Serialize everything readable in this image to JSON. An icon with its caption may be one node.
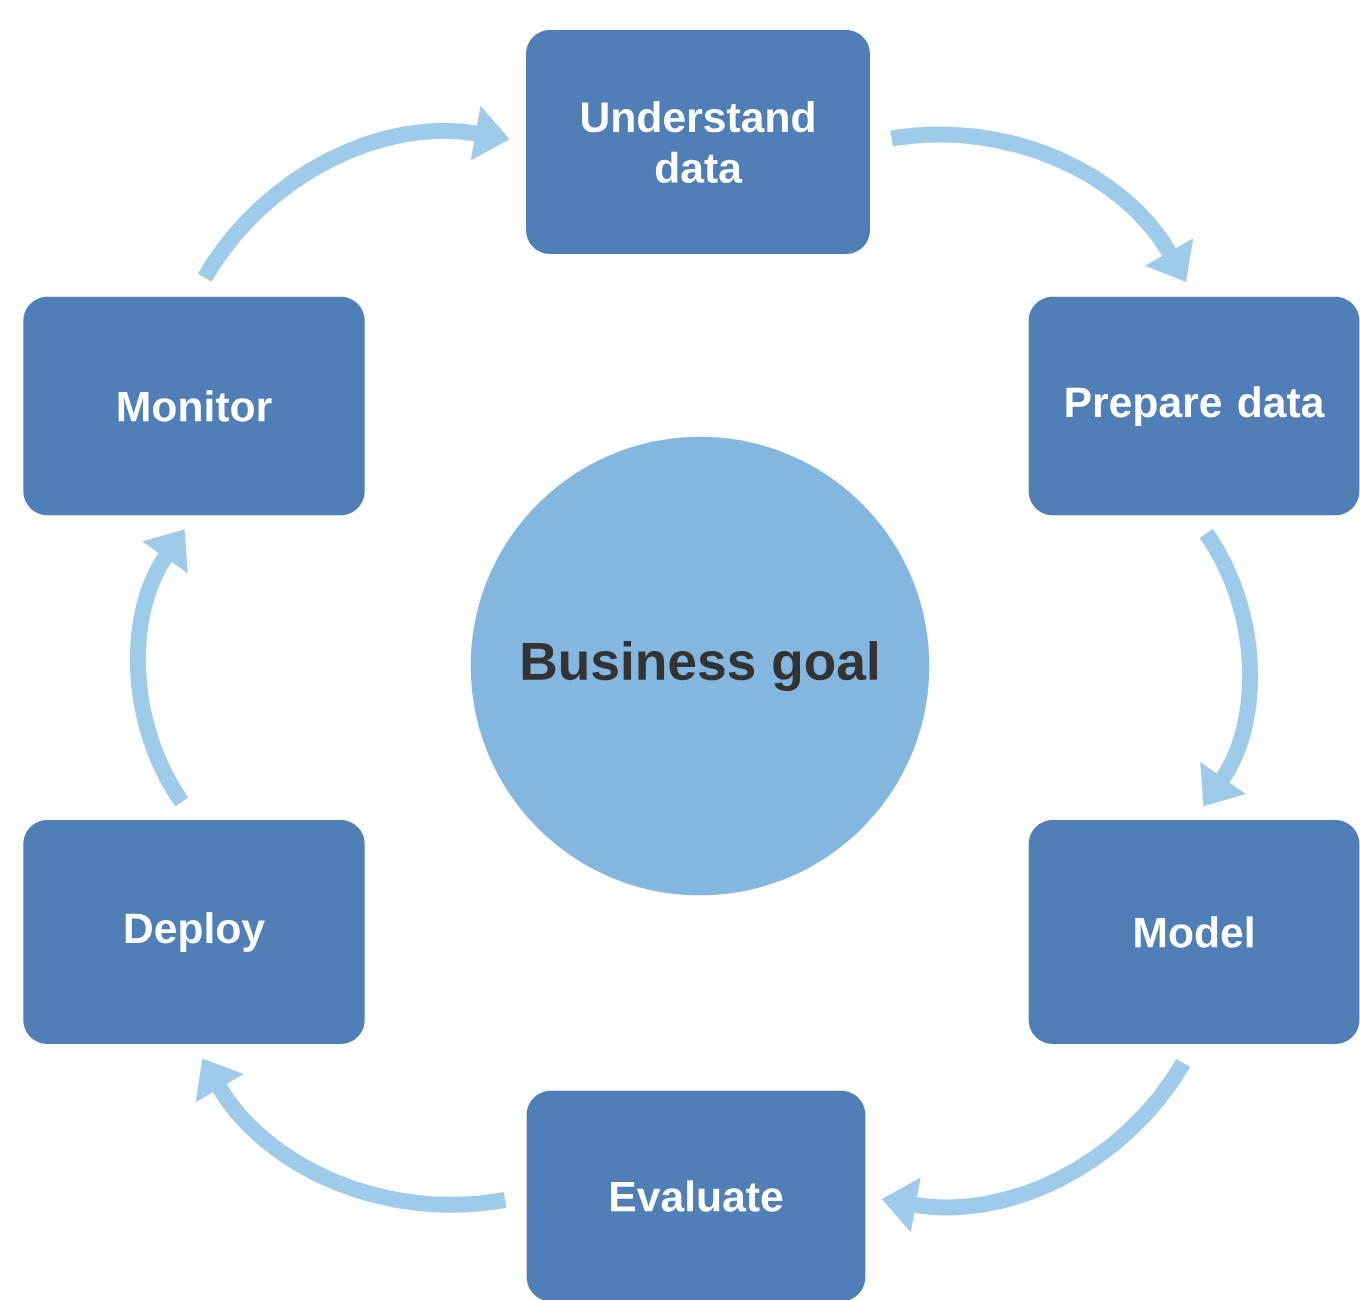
{
  "diagram": {
    "nodes": [
      {
        "text": [
          "Understand data"
        ]
      },
      {
        "text": [
          "Prepare data"
        ]
      },
      {
        "text": [
          "Model"
        ]
      },
      {
        "text": [
          "Evaluate"
        ]
      },
      {
        "text": [
          "Deploy"
        ]
      },
      {
        "text": [
          "Monitor"
        ]
      },
      {
        "text": [
          "Business goal"
        ]
      }
    ],
    "edges": [
      {
        "from": 5,
        "to": 0,
        "arrow": "to"
      },
      {
        "from": 0,
        "to": 1,
        "arrow": "to"
      },
      {
        "from": 1,
        "to": 2,
        "arrow": "to"
      },
      {
        "from": 2,
        "to": 3,
        "arrow": "to"
      },
      {
        "from": 3,
        "to": 4,
        "arrow": "to"
      },
      {
        "from": 4,
        "to": 5,
        "arrow": "to"
      }
    ]
  }
}
